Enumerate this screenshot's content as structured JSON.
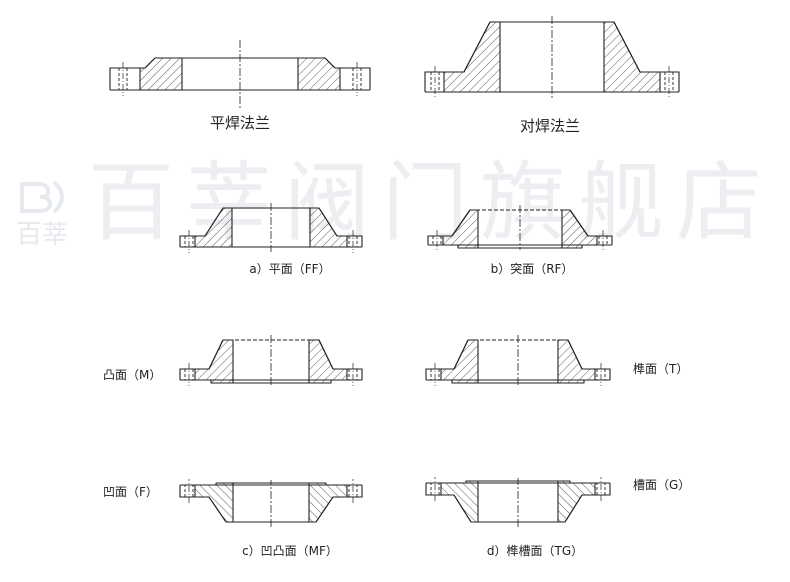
{
  "watermark": {
    "text": "百莘阀门旗舰店",
    "logo_text": "百莘",
    "logo_icon": "brand-logo-icon"
  },
  "figures": {
    "slip_on": {
      "label": "平焊法兰"
    },
    "weld_neck": {
      "label": "对焊法兰"
    },
    "ff": {
      "label": "a）平面（FF）"
    },
    "rf": {
      "label": "b）突面（RF）"
    },
    "m": {
      "label": "凸面（M）"
    },
    "t": {
      "label": "榫面（T）"
    },
    "f": {
      "label": "凹面（F）"
    },
    "g": {
      "label": "槽面（G）"
    },
    "mf_caption": "c）凹凸面（MF）",
    "tg_caption": "d）榫槽面（TG）"
  },
  "colors": {
    "line": "#222222",
    "hatch": "#333333",
    "watermark": "#eceef2"
  }
}
